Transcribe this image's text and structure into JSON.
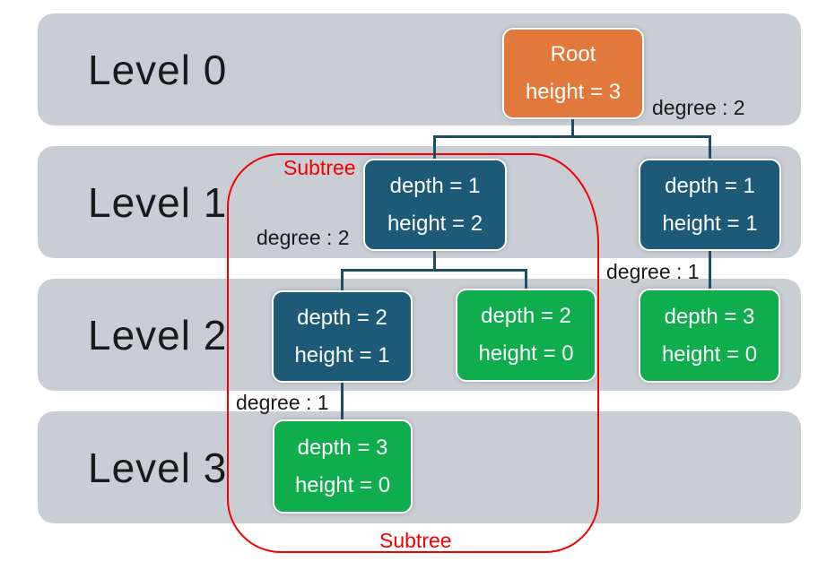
{
  "colors": {
    "band": "#C9CDD4",
    "node_orange": "#E1793C",
    "node_teal": "#1D5A78",
    "node_green": "#0FAD4D",
    "edge": "#1C4F66",
    "outline": "#F50000",
    "text_dark": "#1A1A1A",
    "node_text": "#FFFFFF",
    "bg": "#FFFFFF"
  },
  "bands": [
    {
      "label": "Level 0"
    },
    {
      "label": "Level 1"
    },
    {
      "label": "Level 2"
    },
    {
      "label": "Level 3"
    }
  ],
  "nodes": [
    {
      "id": "root",
      "line1": "Root",
      "line2": "height = 3",
      "color": "orange",
      "level": 0
    },
    {
      "id": "l1-left",
      "line1": "depth = 1",
      "line2": "height = 2",
      "color": "teal",
      "level": 1
    },
    {
      "id": "l1-right",
      "line1": "depth = 1",
      "line2": "height = 1",
      "color": "teal",
      "level": 1
    },
    {
      "id": "l2-left",
      "line1": "depth = 2",
      "line2": "height = 1",
      "color": "teal",
      "level": 2
    },
    {
      "id": "l2-mid",
      "line1": "depth = 2",
      "line2": "height = 0",
      "color": "green",
      "level": 2
    },
    {
      "id": "l2-right",
      "line1": "depth = 3",
      "line2": "height = 0",
      "color": "green",
      "level": 2
    },
    {
      "id": "l3",
      "line1": "depth = 3",
      "line2": "height = 0",
      "color": "green",
      "level": 3
    }
  ],
  "annotations": {
    "degree_root": "degree : 2",
    "degree_l1": "degree : 2",
    "degree_r1": "degree : 1",
    "degree_l2": "degree : 1",
    "subtree_top": "Subtree",
    "subtree_bottom": "Subtree"
  }
}
